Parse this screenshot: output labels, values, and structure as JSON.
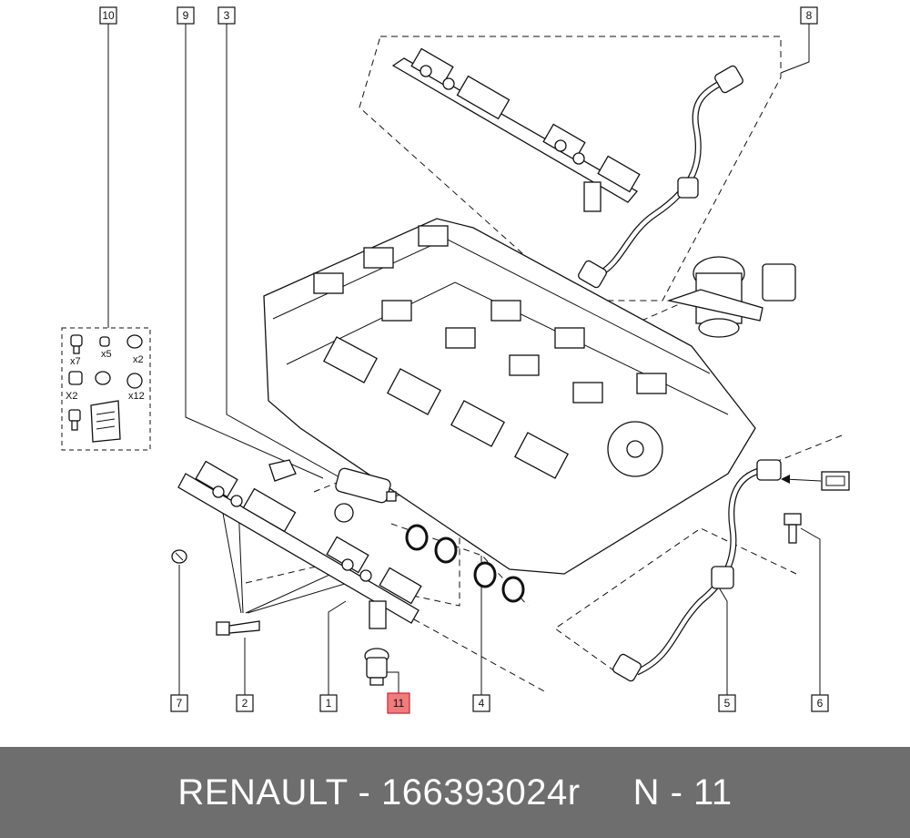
{
  "callouts": [
    {
      "id": "c10",
      "label": "10",
      "highlight": false
    },
    {
      "id": "c9",
      "label": "9",
      "highlight": false
    },
    {
      "id": "c3",
      "label": "3",
      "highlight": false
    },
    {
      "id": "c8",
      "label": "8",
      "highlight": false
    },
    {
      "id": "c7",
      "label": "7",
      "highlight": false
    },
    {
      "id": "c2",
      "label": "2",
      "highlight": false
    },
    {
      "id": "c1",
      "label": "1",
      "highlight": false
    },
    {
      "id": "c11",
      "label": "11",
      "highlight": true
    },
    {
      "id": "c4",
      "label": "4",
      "highlight": false
    },
    {
      "id": "c5",
      "label": "5",
      "highlight": false
    },
    {
      "id": "c6",
      "label": "6",
      "highlight": false
    }
  ],
  "kit": {
    "quantities": [
      "x7",
      "x5",
      "x2",
      "X2",
      "x12"
    ]
  },
  "footer": {
    "brand": "RENAULT",
    "separator": " - ",
    "part_number": "166393024r",
    "ref": "N - 11"
  },
  "colors": {
    "highlight": "#f07c7c",
    "footer_bg": "#6e6e6e",
    "footer_text": "#ffffff"
  }
}
